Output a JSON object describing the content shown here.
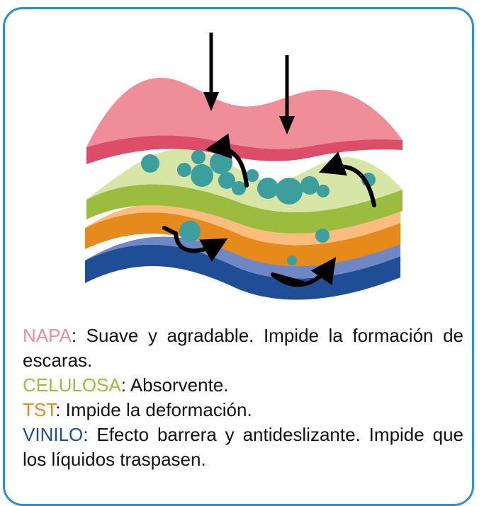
{
  "colors": {
    "frame": "#2a8fd6",
    "napa": "#ef8d99",
    "napa_dark": "#dd4d68",
    "celulosa": "#d7e5a6",
    "celulosa_dark": "#9cbc3f",
    "tst": "#fbbd7e",
    "tst_dark": "#e68a1c",
    "vinilo_light": "#6f87c5",
    "vinilo_dark": "#1f4e96",
    "droplet": "#3c9f9d",
    "arrow": "#000000"
  },
  "legend": [
    {
      "term": "NAPA",
      "term_color": "#ef8d99",
      "text": ": Suave y agradable. Impide la formación de escaras."
    },
    {
      "term": "CELULOSA",
      "term_color": "#9cbc3f",
      "text": ": Absorvente."
    },
    {
      "term": "TST",
      "term_color": "#e68a1c",
      "text": ": Impide la deformación."
    },
    {
      "term": "VINILO",
      "term_color": "#1f4e96",
      "text": ": Efecto barrera y antideslizante. Impide que los líquidos traspasen."
    }
  ]
}
